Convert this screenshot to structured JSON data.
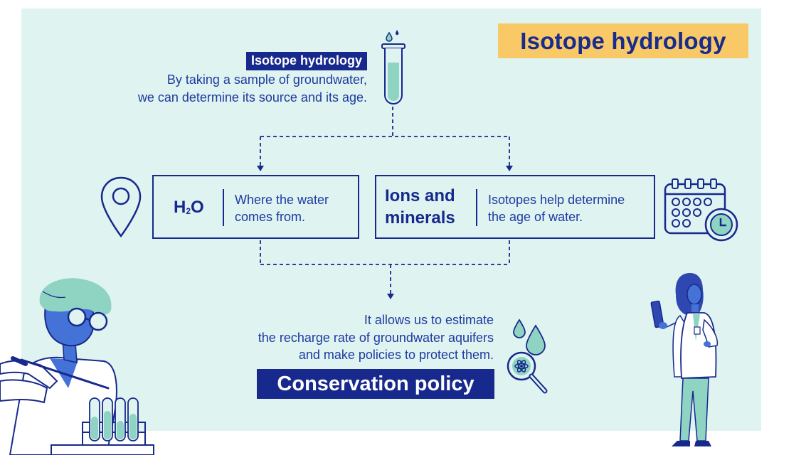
{
  "title": "Isotope hydrology",
  "intro": {
    "label": "Isotope hydrology",
    "line1": "By taking a sample of groundwater,",
    "line2": "we can determine its source and its age."
  },
  "source_box": {
    "heading_main": "H",
    "heading_sub": "2",
    "heading_end": "O",
    "line1": "Where the water",
    "line2": "comes from."
  },
  "age_box": {
    "heading_line1": "Ions and",
    "heading_line2": "minerals",
    "line1": "Isotopes help determine",
    "line2": "the age of water."
  },
  "result": {
    "line1": "It allows us to estimate",
    "line2": "the recharge rate of groundwater aquifers",
    "line3": "and make policies to protect them.",
    "label": "Conservation policy"
  },
  "icons": [
    "test-tube-icon",
    "location-pin-icon",
    "calendar-clock-icon",
    "water-drops-magnifier-icon"
  ],
  "colors": {
    "navy": "#17298c",
    "blue": "#1e3aa0",
    "mint": "#dff3f1",
    "yellow": "#f9c867",
    "teal": "#8fd3c3"
  }
}
